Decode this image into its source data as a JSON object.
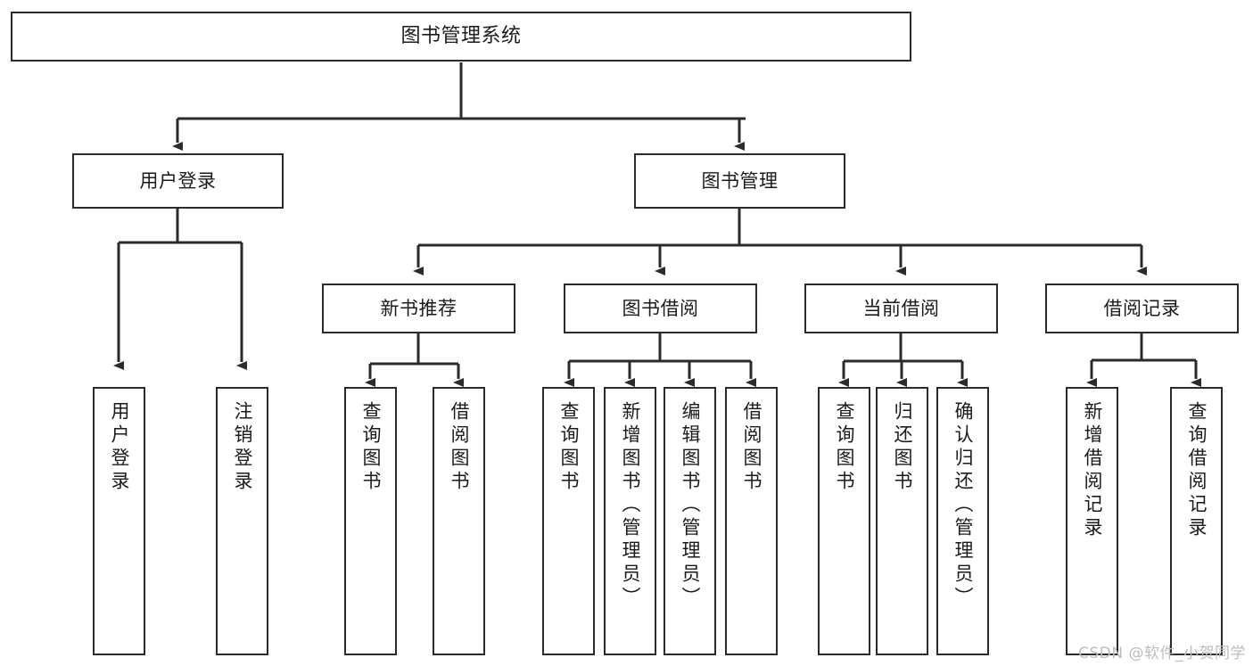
{
  "diagram": {
    "type": "tree-hierarchy",
    "title": "图书管理系统",
    "watermark": "CSDN @软件_小贺同学",
    "root": {
      "id": "root",
      "label": "图书管理系统"
    },
    "level1": [
      {
        "id": "user-login",
        "label": "用户登录"
      },
      {
        "id": "book-manage",
        "label": "图书管理"
      }
    ],
    "level2": [
      {
        "id": "new-book-rec",
        "label": "新书推荐",
        "parent": "book-manage"
      },
      {
        "id": "book-borrow",
        "label": "图书借阅",
        "parent": "book-manage"
      },
      {
        "id": "current-borrow",
        "label": "当前借阅",
        "parent": "book-manage"
      },
      {
        "id": "borrow-record",
        "label": "借阅记录",
        "parent": "book-manage"
      }
    ],
    "leaves": [
      {
        "id": "leaf-user-login",
        "label": "用户登录",
        "parent": "user-login"
      },
      {
        "id": "leaf-logout",
        "label": "注销登录",
        "parent": "user-login"
      },
      {
        "id": "leaf-query-book-rec",
        "label": "查询图书",
        "parent": "new-book-rec"
      },
      {
        "id": "leaf-borrow-book-rec",
        "label": "借阅图书",
        "parent": "new-book-rec"
      },
      {
        "id": "leaf-query-book-borrow",
        "label": "查询图书",
        "parent": "book-borrow"
      },
      {
        "id": "leaf-add-book",
        "label": "新增图书（管理员）",
        "parent": "book-borrow"
      },
      {
        "id": "leaf-edit-book",
        "label": "编辑图书（管理员）",
        "parent": "book-borrow"
      },
      {
        "id": "leaf-borrow-book",
        "label": "借阅图书",
        "parent": "book-borrow"
      },
      {
        "id": "leaf-query-book-cur",
        "label": "查询图书",
        "parent": "current-borrow"
      },
      {
        "id": "leaf-return-book",
        "label": "归还图书",
        "parent": "current-borrow"
      },
      {
        "id": "leaf-confirm-return",
        "label": "确认归还（管理员）",
        "parent": "current-borrow"
      },
      {
        "id": "leaf-add-record",
        "label": "新增借阅记录",
        "parent": "borrow-record"
      },
      {
        "id": "leaf-query-record",
        "label": "查询借阅记录",
        "parent": "borrow-record"
      }
    ],
    "colors": {
      "stroke": "#2b2b2b",
      "background": "#ffffff",
      "text": "#1b1b1b",
      "watermark": "#bdbdbd"
    }
  }
}
